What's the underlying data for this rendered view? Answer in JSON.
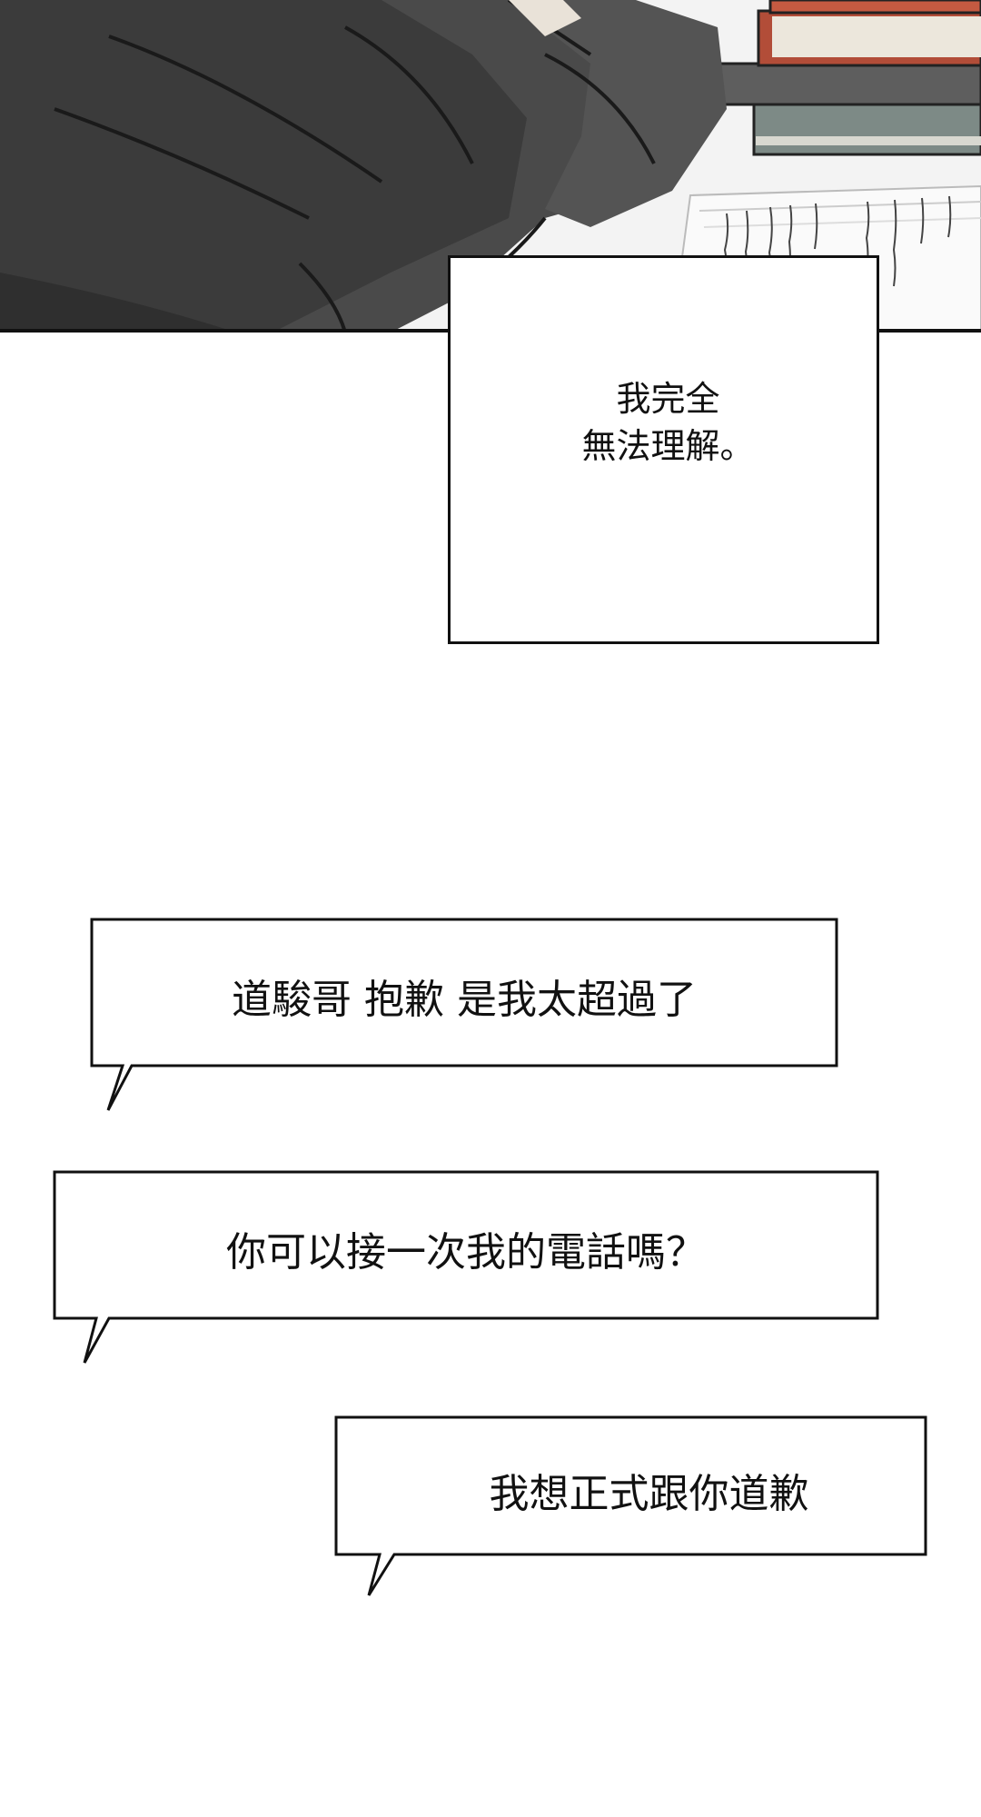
{
  "narration": {
    "line1": "我完全",
    "line2": "無法理解。"
  },
  "bubbles": [
    {
      "text": "道駿哥 抱歉 是我太超過了"
    },
    {
      "text": "你可以接一次我的電話嗎？"
    },
    {
      "text": "我想正式跟你道歉"
    }
  ]
}
